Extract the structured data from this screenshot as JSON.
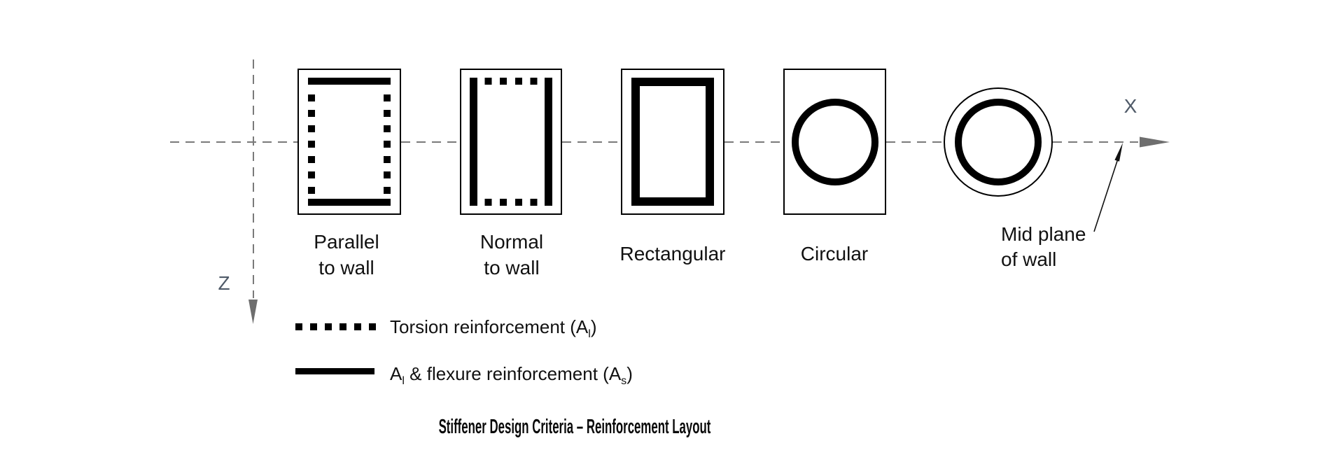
{
  "title": "Stiffener Design Criteria – Reinforcement Layout",
  "axes": {
    "x_label": "X",
    "z_label": "Z"
  },
  "sections": {
    "parallel": {
      "line1": "Parallel",
      "line2": "to wall"
    },
    "normal": {
      "line1": "Normal",
      "line2": "to wall"
    },
    "rectangular": {
      "label": "Rectangular"
    },
    "circular": {
      "label": "Circular"
    },
    "midplane": {
      "line1": "Mid plane",
      "line2": "of wall"
    }
  },
  "legend": {
    "torsion": {
      "pre": "Torsion reinforcement (A",
      "sub": "l",
      "post": ")"
    },
    "flexure": {
      "a": "A",
      "a_sub": "l",
      "mid": " & flexure reinforcement (A",
      "s_sub": "s",
      "post": ")"
    }
  },
  "colors": {
    "ink": "#111111",
    "axis_line": "#7a7a7a",
    "axis_label": "#4f5a68",
    "arrow_fill": "#6e6e6e"
  }
}
